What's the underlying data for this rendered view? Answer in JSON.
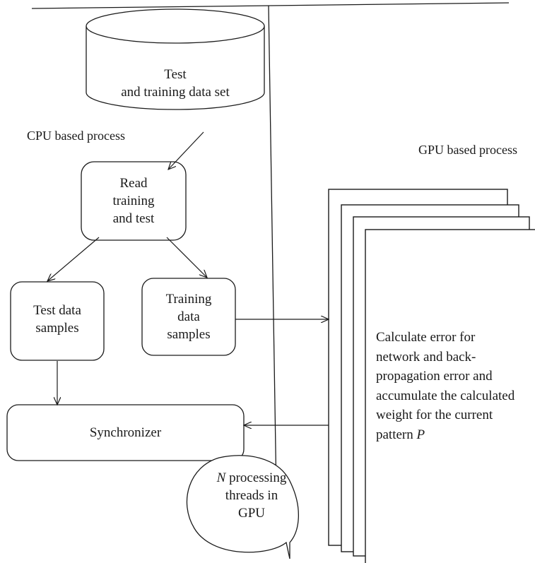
{
  "database": {
    "line1": "Test",
    "line2": "and training data set"
  },
  "labels": {
    "cpu": "CPU based process",
    "gpu": "GPU based process"
  },
  "boxes": {
    "read": [
      "Read",
      "training",
      "and test"
    ],
    "test_samples": [
      "Test data",
      "samples"
    ],
    "training_samples": [
      "Training",
      "data",
      "samples"
    ],
    "synchronizer": "Synchronizer"
  },
  "gpu_page": {
    "lines": [
      "Calculate error for",
      "network and back-",
      "propagation error and",
      "accumulate the calculated",
      "weight for the current"
    ],
    "last_line_prefix": "pattern ",
    "last_line_var": "P"
  },
  "callout": {
    "var": "N",
    "line1_rest": " processing",
    "line2": "threads in",
    "line3": "GPU"
  }
}
